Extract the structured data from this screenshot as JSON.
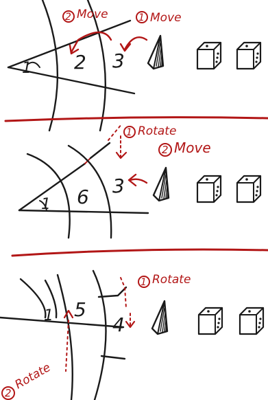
{
  "colors": {
    "ink": "#1a1a1a",
    "annotation": "#b21616",
    "background": "#ffffff"
  },
  "panel1": {
    "regions": [
      "1",
      "2",
      "3"
    ],
    "steps": [
      {
        "num": "1",
        "text": "Move"
      },
      {
        "num": "2",
        "text": "Move"
      }
    ]
  },
  "panel2": {
    "regions": [
      "1",
      "6",
      "3"
    ],
    "steps": [
      {
        "num": "1",
        "text": "Rotate"
      },
      {
        "num": "2",
        "text": "Move"
      }
    ]
  },
  "panel3": {
    "regions": [
      "1",
      "5",
      "4"
    ],
    "steps": [
      {
        "num": "1",
        "text": "Rotate"
      },
      {
        "num": "2",
        "text": "Rotate"
      }
    ]
  },
  "icons": [
    "pyramid-icon",
    "die-icon",
    "die-icon"
  ]
}
